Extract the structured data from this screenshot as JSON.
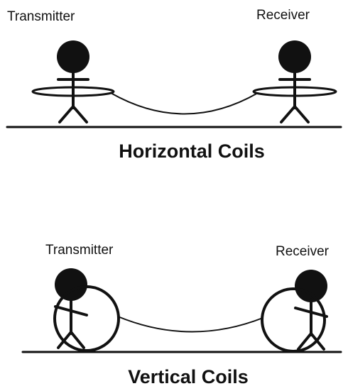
{
  "horizontal": {
    "transmitter_label": "Transmitter",
    "receiver_label": "Receiver",
    "caption": "Horizontal Coils"
  },
  "vertical": {
    "transmitter_label": "Transmitter",
    "receiver_label": "Receiver",
    "caption": "Vertical Coils"
  },
  "colors": {
    "ink": "#111111",
    "background": "#ffffff"
  }
}
